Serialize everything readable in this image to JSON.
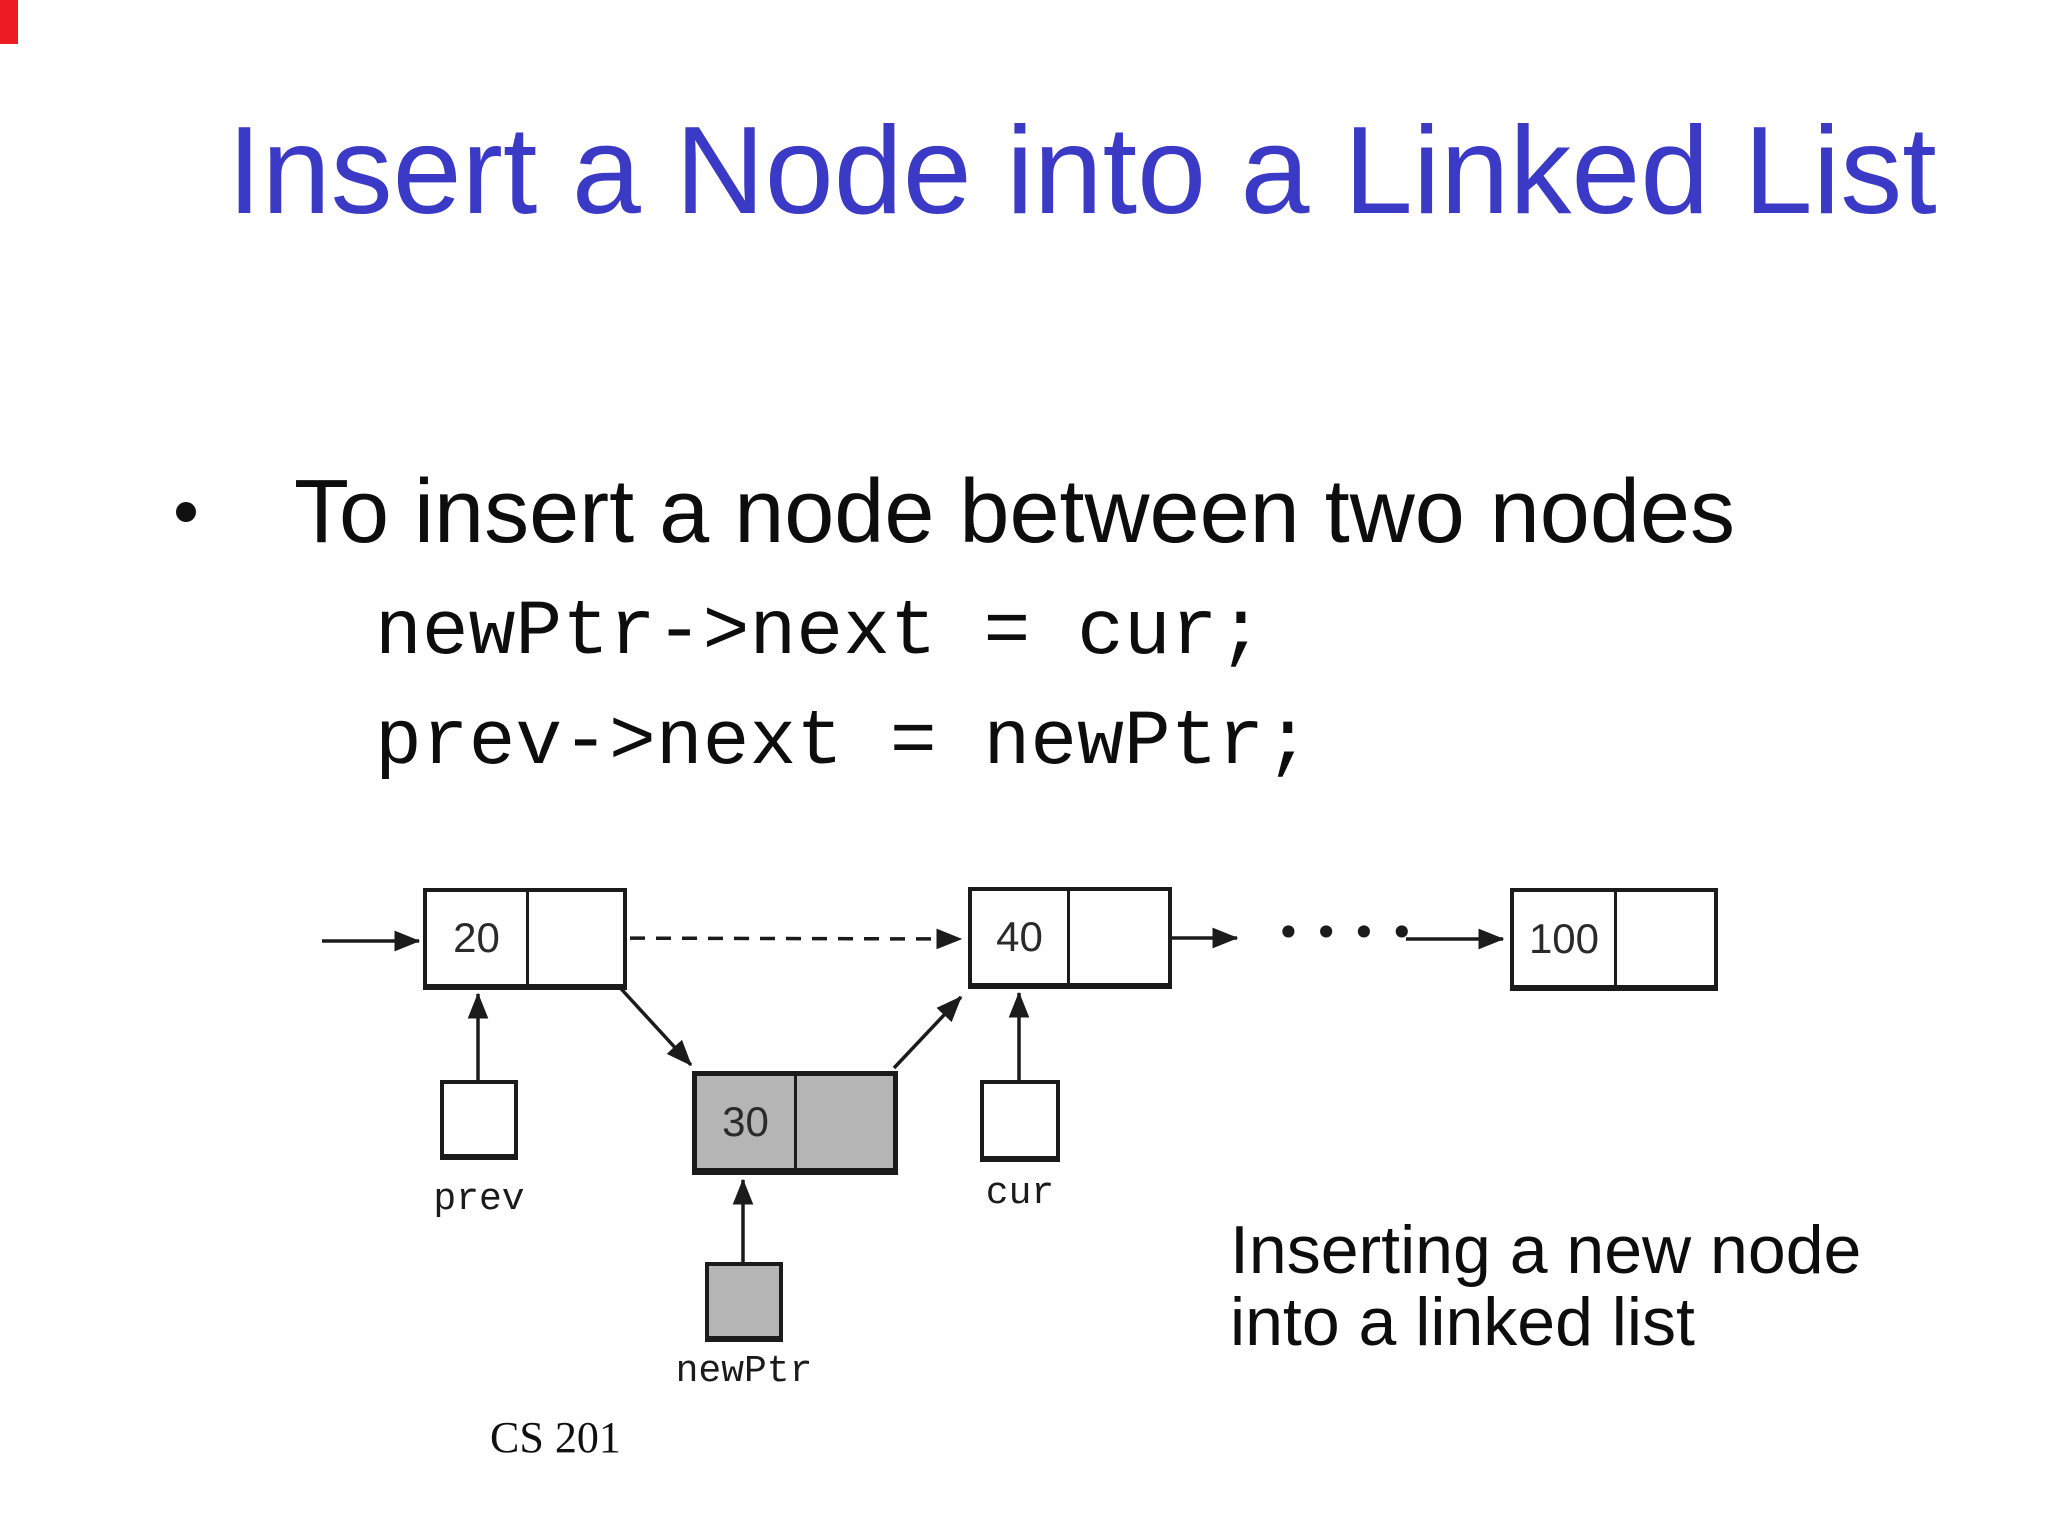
{
  "slide": {
    "title": "Insert a Node into a Linked List",
    "bullet_text": "To insert a node between two nodes",
    "code_lines": [
      "newPtr->next = cur;",
      "prev->next = newPtr;"
    ],
    "caption_lines": [
      "Inserting a new node",
      "into a linked list"
    ],
    "footer": "CS 201"
  },
  "colors": {
    "title_blue": "#3a3ac6",
    "corner_marker_red": "#ec1c24",
    "new_node_gray": "#b5b5b5",
    "line_black": "#1b1b1b",
    "background": "#ffffff"
  },
  "diagram": {
    "node_20": "20",
    "node_40": "40",
    "node_100": "100",
    "node_30": "30",
    "label_prev": "prev",
    "label_cur": "cur",
    "label_newptr": "newPtr",
    "ellipsis": "••••"
  }
}
